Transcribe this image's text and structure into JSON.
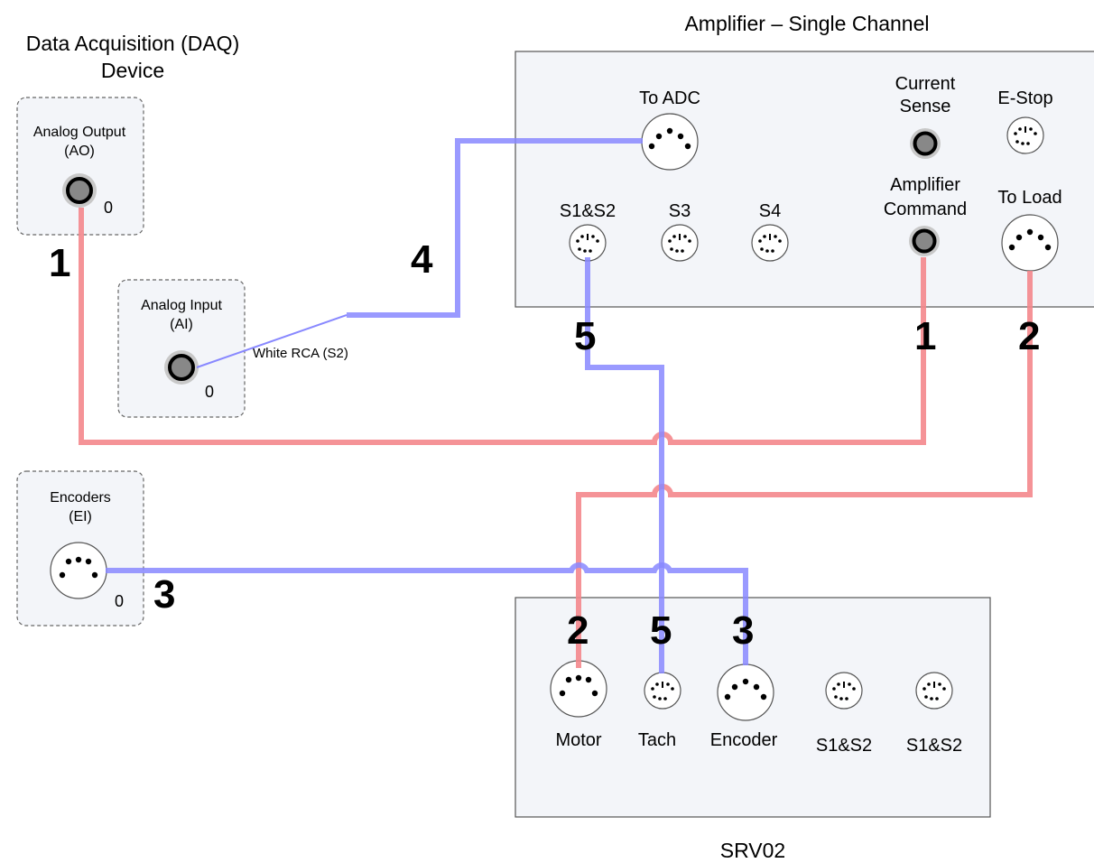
{
  "daq": {
    "title_line1": "Data Acquisition (DAQ)",
    "title_line2": "Device",
    "analog_output": {
      "line1": "Analog Output",
      "line2": "(AO)",
      "channel": "0"
    },
    "analog_input": {
      "line1": "Analog Input",
      "line2": "(AI)",
      "channel": "0"
    },
    "encoders": {
      "line1": "Encoders",
      "line2": "(EI)",
      "channel": "0"
    }
  },
  "amplifier": {
    "title": "Amplifier – Single Channel",
    "to_adc": "To ADC",
    "current_sense_line1": "Current",
    "current_sense_line2": "Sense",
    "estop": "E-Stop",
    "s1s2": "S1&S2",
    "s3": "S3",
    "s4": "S4",
    "amp_cmd_line1": "Amplifier",
    "amp_cmd_line2": "Command",
    "to_load": "To Load"
  },
  "srv02": {
    "title": "SRV02",
    "motor": "Motor",
    "tach": "Tach",
    "encoder": "Encoder",
    "s1s2_a": "S1&S2",
    "s1s2_b": "S1&S2"
  },
  "cable_label": "White RCA (S2)",
  "cables": {
    "c1_left": "1",
    "c1_right": "1",
    "c2_amp": "2",
    "c2_srv": "2",
    "c3_daq": "3",
    "c3_srv": "3",
    "c4": "4",
    "c5_amp": "5",
    "c5_srv": "5"
  },
  "colors": {
    "power_cable": "#f4878c",
    "signal_cable": "#8888ff",
    "panel_fill": "#f3f5f9"
  }
}
